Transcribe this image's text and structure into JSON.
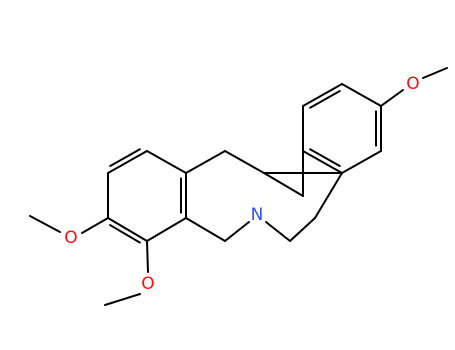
{
  "molecule": {
    "atoms": [
      {
        "id": "o_right",
        "symbol": "O",
        "color": "#ff0d0d"
      },
      {
        "id": "n_center",
        "symbol": "N",
        "color": "#3050f8"
      },
      {
        "id": "o_left",
        "symbol": "O",
        "color": "#ff0d0d"
      },
      {
        "id": "o_bottom",
        "symbol": "O",
        "color": "#ff0d0d"
      }
    ],
    "bond_color": "#000000"
  }
}
